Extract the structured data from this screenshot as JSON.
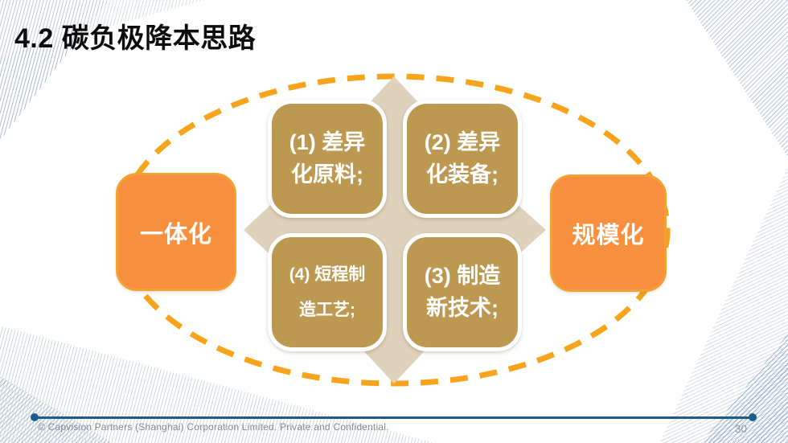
{
  "slide": {
    "title": "4.2 碳负极降本思路",
    "footer_text": "© Capvision Partners (Shanghai) Corporation Limited. Private and Confidential.",
    "page_number": "30"
  },
  "diagram": {
    "strategy_boxes": [
      {
        "position": "top-left",
        "label": "(1) 差异化原料;",
        "lines": [
          "(1) 差异",
          "化原料;"
        ]
      },
      {
        "position": "top-right",
        "label": "(2) 差异化装备;",
        "lines": [
          "(2) 差异",
          "化装备;"
        ]
      },
      {
        "position": "bottom-right",
        "label": "(3) 制造新技术;",
        "lines": [
          "(3) 制造",
          "新技术;"
        ]
      },
      {
        "position": "bottom-left",
        "label": "(4) 短程制造工艺;",
        "lines": [
          "(4) 短程制",
          "造工艺;"
        ]
      }
    ],
    "side_labels": [
      {
        "position": "left",
        "label": "一体化"
      },
      {
        "position": "right",
        "label": "规模化"
      }
    ],
    "colors": {
      "strategy_box_fill": "#bc9850",
      "star_fill": "#ded2bc",
      "side_box_fill": "#f78f3e",
      "side_box_border": "#f3a133",
      "dashed_ellipse": "#f7a41c",
      "footer_line": "#1d5b8d"
    }
  }
}
